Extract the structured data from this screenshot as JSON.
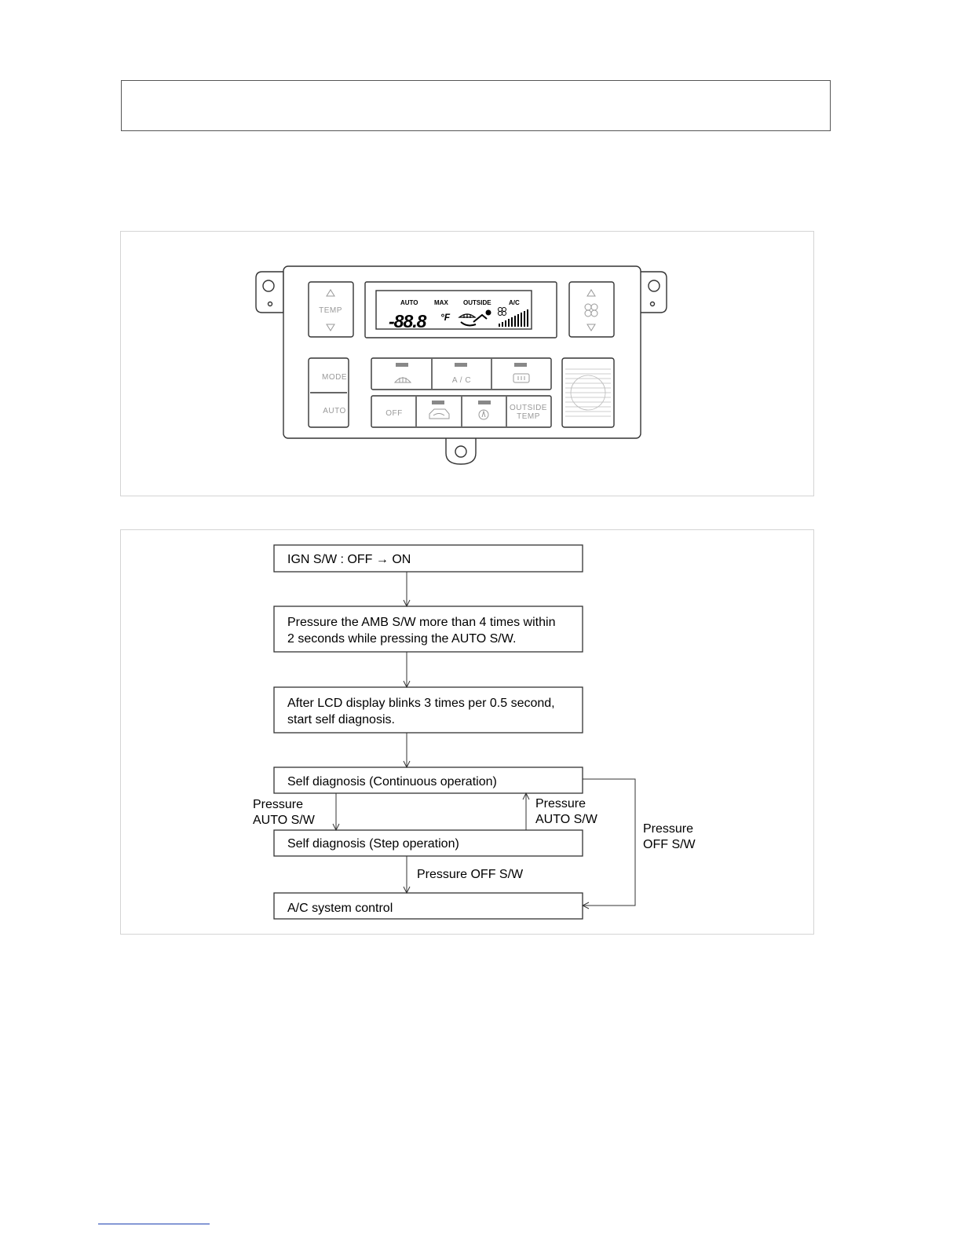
{
  "header": {},
  "panel": {
    "temp_label": "TEMP",
    "lcd": {
      "auto": "AUTO",
      "max": "MAX",
      "outside": "OUTSIDE",
      "ac": "A/C",
      "readout": "-88.8",
      "unit": "°F"
    },
    "buttons": {
      "mode": "MODE",
      "auto": "AUTO",
      "ac": "A / C",
      "off": "OFF",
      "outside_line1": "OUTSIDE",
      "outside_line2": "TEMP"
    },
    "icons": [
      "up-arrow-icon",
      "down-arrow-icon",
      "fan-icon",
      "defrost-icon",
      "rear-defog-icon",
      "recirculation-icon",
      "fresh-air-icon",
      "bar-graph-icon"
    ]
  },
  "flowchart": {
    "steps": [
      "IGN S/W : OFF →  ON",
      "Pressure the AMB S/W more than 4 times within",
      "2 seconds while pressing the AUTO S/W.",
      "After LCD display blinks 3 times per 0.5 second,",
      "start self diagnosis.",
      "Self diagnosis (Continuous operation)",
      "Self diagnosis (Step operation)",
      "A/C system control"
    ],
    "edge_labels": {
      "left_1": "Pressure",
      "left_2": "AUTO S/W",
      "right_1": "Pressure",
      "right_2": "AUTO S/W",
      "off_1": "Pressure",
      "off_2": "OFF S/W",
      "bottom": "Pressure OFF S/W"
    }
  }
}
